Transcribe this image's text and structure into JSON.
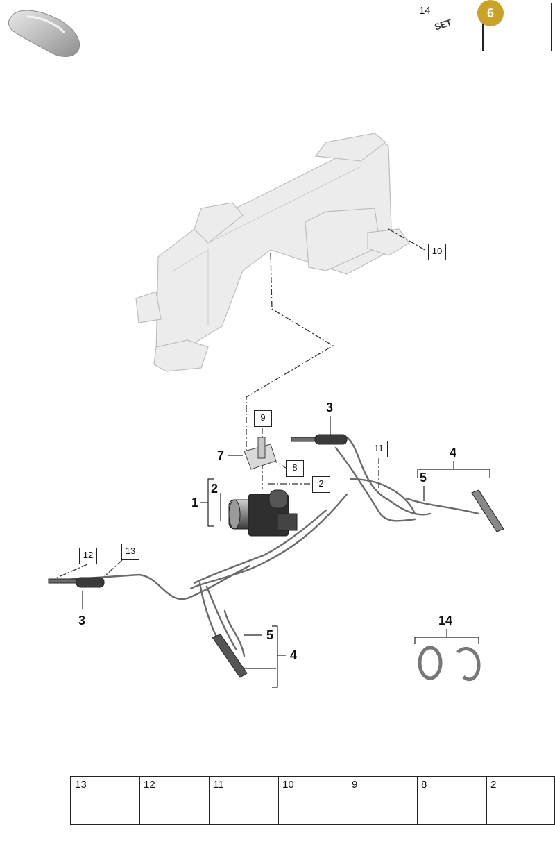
{
  "header": {
    "set_box_number": "14",
    "set_label": "SET",
    "badge_number": "6"
  },
  "callouts": {
    "frame_ref": "10",
    "bracket_ref": "9",
    "bracket_side_ref": "8",
    "pump_ref": "2",
    "hose_ref": "11",
    "left_clip_ref": "12",
    "left_clip2_ref": "13"
  },
  "bold_labels": {
    "item1": "1",
    "item2": "2",
    "item3_top": "3",
    "item3_left": "3",
    "item4_right": "4",
    "item4_bottom": "4",
    "item5_right": "5",
    "item5_bottom": "5",
    "item7": "7",
    "item14": "14"
  },
  "legend": {
    "cells": [
      {
        "num": "13",
        "icon": "clip-icon"
      },
      {
        "num": "12",
        "icon": "bracket-clip-icon"
      },
      {
        "num": "11",
        "icon": "cable-tie-icon"
      },
      {
        "num": "10",
        "icon": "hose-clamp-icon"
      },
      {
        "num": "9",
        "icon": "hex-nut-icon"
      },
      {
        "num": "8",
        "icon": "bolt-icon"
      },
      {
        "num": "2",
        "icon": "rubber-mount-icon"
      }
    ]
  }
}
